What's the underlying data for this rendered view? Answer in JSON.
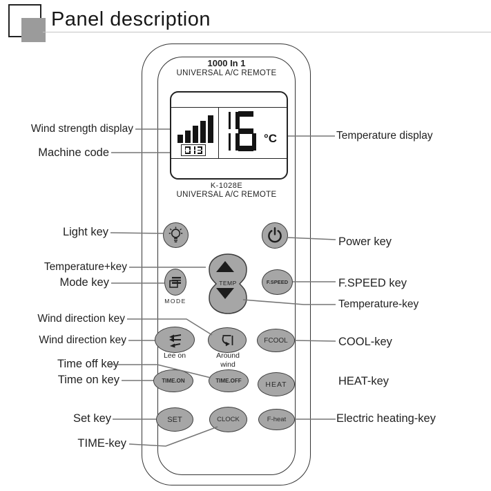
{
  "header": {
    "title": "Panel description"
  },
  "remote": {
    "brand_top": {
      "line1": "1000 In 1",
      "line2": "UNIVERSAL A/C REMOTE"
    },
    "display": {
      "temperature": "16",
      "unit": "°C",
      "machine_code": "013",
      "wind_bars": 5
    },
    "model": {
      "line1": "K-1028E",
      "line2": "UNIVERSAL A/C REMOTE"
    },
    "buttons": {
      "temp": "TEMP",
      "mode_label": "MODE",
      "fspeed": "F.SPEED",
      "swing_label": "Lee on",
      "around_label": "Around\nwind",
      "cool": "FCOOL",
      "time_on": "TIME.ON",
      "time_off": "TIME.OFF",
      "heat": "HEAT",
      "set": "SET",
      "clock": "CLOCK",
      "eheat": "F-heat"
    },
    "icons": {
      "light": "light-bulb-icon",
      "power": "power-icon",
      "mode": "mode-icon",
      "swing": "wind-direction-arrows-icon",
      "around": "around-wind-arrow-icon",
      "temp_up": "triangle-up-icon",
      "temp_down": "triangle-down-icon"
    }
  },
  "callouts": {
    "left": [
      {
        "id": "wind-strength",
        "label": "Wind strength display"
      },
      {
        "id": "machine-code",
        "label": "Machine code"
      },
      {
        "id": "light-key",
        "label": "Light key"
      },
      {
        "id": "temperature-plus-key",
        "label": "Temperature+key"
      },
      {
        "id": "mode-key",
        "label": "Mode key"
      },
      {
        "id": "wind-direction-key-1",
        "label": "Wind direction key"
      },
      {
        "id": "wind-direction-key-2",
        "label": "Wind direction key"
      },
      {
        "id": "time-off-key",
        "label": "Time off key"
      },
      {
        "id": "time-on-key",
        "label": "Time on key"
      },
      {
        "id": "set-key",
        "label": "Set key"
      },
      {
        "id": "time-key",
        "label": "TIME-key"
      }
    ],
    "right": [
      {
        "id": "temperature-display",
        "label": "Temperature display"
      },
      {
        "id": "power-key",
        "label": "Power key"
      },
      {
        "id": "fspeed-key",
        "label": "F.SPEED key"
      },
      {
        "id": "temperature-minus-key",
        "label": "Temperature-key"
      },
      {
        "id": "cool-key",
        "label": "COOL-key"
      },
      {
        "id": "heat-key",
        "label": "HEAT-key"
      },
      {
        "id": "electric-heating-key",
        "label": "Electric heating-key"
      }
    ]
  },
  "colors": {
    "button_gray": "#a6a6a6",
    "line_gray": "#757575",
    "header_square_gray": "#9b9b9b",
    "lcd_ink": "#141414"
  }
}
